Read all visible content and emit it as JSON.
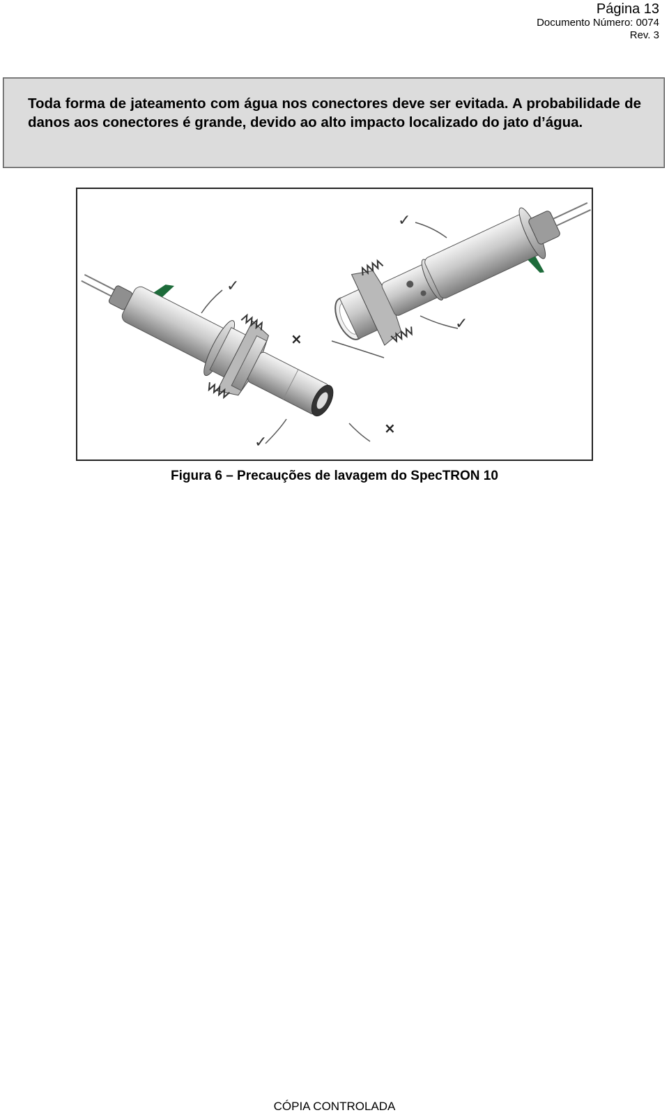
{
  "header": {
    "page": "Página 13",
    "doc_number": "Documento Número: 0074",
    "revision": "Rev. 3"
  },
  "notice": {
    "text": "Toda forma de jateamento com água nos conectores deve ser evitada. A probabilidade de danos aos conectores é grande, devido ao alto impacto localizado do jato d’água."
  },
  "figure": {
    "caption": "Figura 6 – Precauções de lavagem do SpecTRON 10",
    "marks": {
      "ok": "✓",
      "bad": "×"
    }
  },
  "footer": {
    "text": "CÓPIA CONTROLADA"
  }
}
